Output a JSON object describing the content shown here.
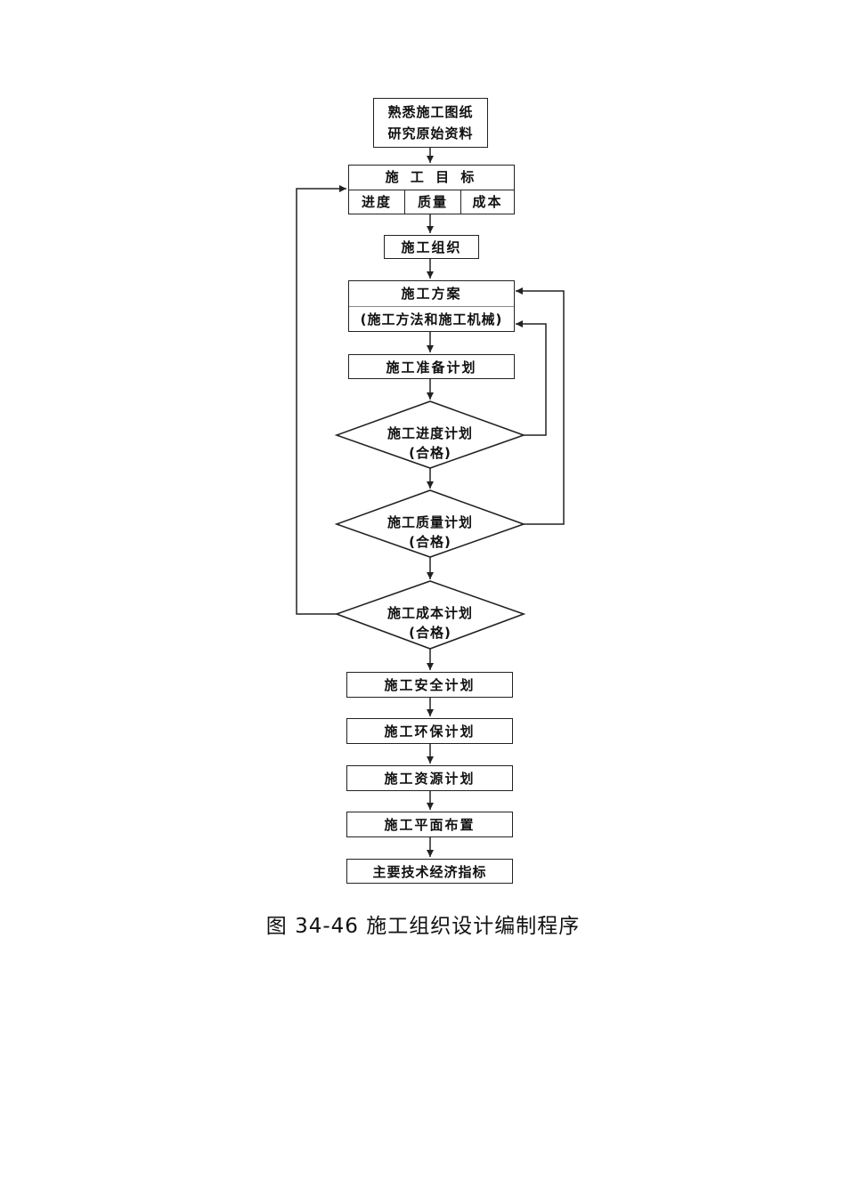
{
  "nodes": {
    "start_line1": "熟悉施工图纸",
    "start_line2": "研究原始资料",
    "target": "施 工 目 标",
    "target_progress": "进度",
    "target_quality": "质量",
    "target_cost": "成本",
    "organization": "施工组织",
    "scheme": "施工方案",
    "scheme_detail": "(施工方法和施工机械)",
    "prep_plan": "施工准备计划",
    "progress_plan": "施工进度计划",
    "progress_ok": "(合格)",
    "quality_plan": "施工质量计划",
    "quality_ok": "(合格)",
    "cost_plan": "施工成本计划",
    "cost_ok": "(合格)",
    "safety_plan": "施工安全计划",
    "env_plan": "施工环保计划",
    "resource_plan": "施工资源计划",
    "layout_plan": "施工平面布置",
    "indicators": "主要技术经济指标"
  },
  "caption": "图 34-46  施工组织设计编制程序"
}
